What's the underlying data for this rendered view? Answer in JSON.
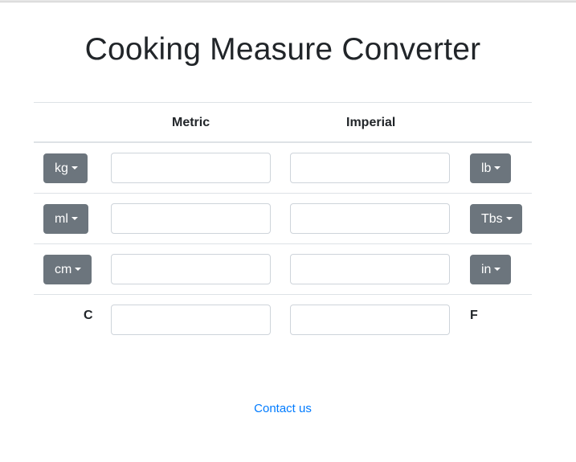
{
  "title": "Cooking Measure Converter",
  "headers": {
    "metric": "Metric",
    "imperial": "Imperial"
  },
  "rows": [
    {
      "metric_unit": "kg",
      "imperial_unit": "lb",
      "metric_value": "",
      "imperial_value": ""
    },
    {
      "metric_unit": "ml",
      "imperial_unit": "Tbs",
      "metric_value": "",
      "imperial_value": ""
    },
    {
      "metric_unit": "cm",
      "imperial_unit": "in",
      "metric_value": "",
      "imperial_value": ""
    },
    {
      "metric_unit": "C",
      "imperial_unit": "F",
      "metric_value": "",
      "imperial_value": ""
    }
  ],
  "footer": {
    "contact_link": "Contact us"
  },
  "colors": {
    "button_bg": "#6c757d",
    "link": "#007bff",
    "border": "#dee2e6"
  }
}
